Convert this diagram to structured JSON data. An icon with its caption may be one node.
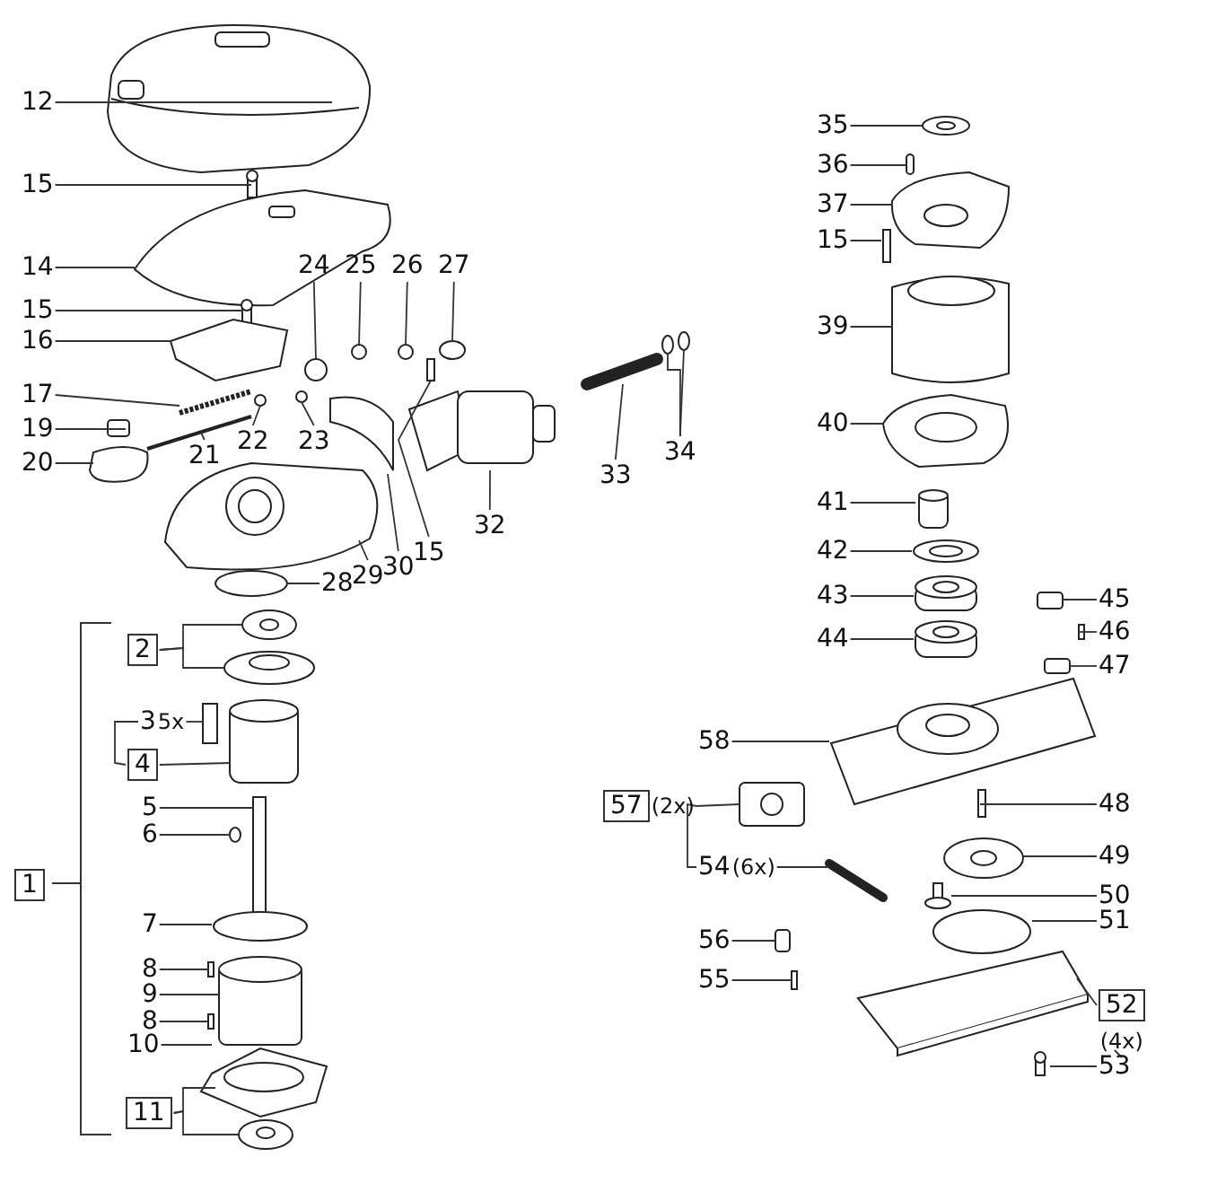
{
  "diagram": {
    "nodes": [
      {
        "text": [
          "12"
        ]
      },
      {
        "text": [
          "15"
        ]
      },
      {
        "text": [
          "14"
        ]
      },
      {
        "text": [
          "15"
        ]
      },
      {
        "text": [
          "16"
        ]
      },
      {
        "text": [
          "27"
        ]
      },
      {
        "text": [
          "26"
        ]
      },
      {
        "text": [
          "25"
        ]
      },
      {
        "text": [
          "24"
        ]
      },
      {
        "text": [
          "17"
        ]
      },
      {
        "text": [
          "19"
        ]
      },
      {
        "text": [
          "22"
        ]
      },
      {
        "text": [
          "23"
        ]
      },
      {
        "text": [
          "21"
        ]
      },
      {
        "text": [
          "20"
        ]
      },
      {
        "text": [
          "33"
        ]
      },
      {
        "text": [
          "34"
        ]
      },
      {
        "text": [
          "32"
        ]
      },
      {
        "text": [
          "28"
        ]
      },
      {
        "text": [
          "29"
        ]
      },
      {
        "text": [
          "30"
        ]
      },
      {
        "text": [
          "15"
        ]
      },
      {
        "text": [
          "2"
        ]
      },
      {
        "text": [
          "3"
        ],
        "beside": [
          "5x"
        ]
      },
      {
        "text": [
          "4"
        ]
      },
      {
        "text": [
          "5"
        ]
      },
      {
        "text": [
          "6"
        ]
      },
      {
        "text": [
          "1"
        ]
      },
      {
        "text": [
          "7"
        ]
      },
      {
        "text": [
          "8"
        ]
      },
      {
        "text": [
          "9"
        ]
      },
      {
        "text": [
          "8"
        ]
      },
      {
        "text": [
          "10"
        ]
      },
      {
        "text": [
          "11"
        ]
      },
      {
        "text": [
          "35"
        ]
      },
      {
        "text": [
          "36"
        ]
      },
      {
        "text": [
          "37"
        ]
      },
      {
        "text": [
          "15"
        ]
      },
      {
        "text": [
          "39"
        ]
      },
      {
        "text": [
          "40"
        ]
      },
      {
        "text": [
          "41"
        ]
      },
      {
        "text": [
          "42"
        ]
      },
      {
        "text": [
          "43"
        ]
      },
      {
        "text": [
          "45"
        ]
      },
      {
        "text": [
          "46"
        ]
      },
      {
        "text": [
          "44"
        ]
      },
      {
        "text": [
          "47"
        ]
      },
      {
        "text": [
          "58"
        ]
      },
      {
        "text": [
          "48"
        ]
      },
      {
        "text": [
          "57"
        ],
        "beside": [
          "(2x)"
        ]
      },
      {
        "text": [
          "49"
        ]
      },
      {
        "text": [
          "54"
        ],
        "beside": [
          "(6x)"
        ]
      },
      {
        "text": [
          "50"
        ]
      },
      {
        "text": [
          "56"
        ]
      },
      {
        "text": [
          "51"
        ]
      },
      {
        "text": [
          "55"
        ]
      },
      {
        "text": [
          "52"
        ],
        "beside": [
          "(4x)"
        ]
      },
      {
        "text": [
          "53"
        ]
      }
    ],
    "edges": [
      {
        "from": 0,
        "to": null,
        "arrow": "none"
      },
      {
        "from": 1,
        "to": null,
        "arrow": "none"
      },
      {
        "from": 2,
        "to": null,
        "arrow": "none"
      },
      {
        "from": 3,
        "to": null,
        "arrow": "none"
      },
      {
        "from": 4,
        "to": null,
        "arrow": "none"
      },
      {
        "from": 5,
        "to": null,
        "arrow": "none"
      },
      {
        "from": 6,
        "to": null,
        "arrow": "none"
      },
      {
        "from": 7,
        "to": null,
        "arrow": "none"
      },
      {
        "from": 8,
        "to": null,
        "arrow": "none"
      },
      {
        "from": 9,
        "to": null,
        "arrow": "none"
      },
      {
        "from": 10,
        "to": null,
        "arrow": "none"
      },
      {
        "from": 11,
        "to": null,
        "arrow": "none"
      },
      {
        "from": 12,
        "to": null,
        "arrow": "none"
      },
      {
        "from": 13,
        "to": null,
        "arrow": "none"
      },
      {
        "from": 14,
        "to": null,
        "arrow": "none"
      },
      {
        "from": 15,
        "to": null,
        "arrow": "none"
      },
      {
        "from": 16,
        "to": null,
        "arrow": "none"
      },
      {
        "from": 16,
        "to": null,
        "arrow": "none"
      },
      {
        "from": 17,
        "to": null,
        "arrow": "none"
      },
      {
        "from": 18,
        "to": null,
        "arrow": "none"
      },
      {
        "from": 19,
        "to": null,
        "arrow": "none"
      },
      {
        "from": 20,
        "to": null,
        "arrow": "none"
      },
      {
        "from": 21,
        "to": null,
        "arrow": "none"
      },
      {
        "from": 22,
        "to": null,
        "arrow": "none"
      },
      {
        "from": 22,
        "to": null,
        "arrow": "none"
      },
      {
        "from": 23,
        "to": null,
        "arrow": "none"
      },
      {
        "from": 24,
        "to": null,
        "arrow": "none"
      },
      {
        "from": 24,
        "to": 23,
        "arrow": "none"
      },
      {
        "from": 25,
        "to": null,
        "arrow": "none"
      },
      {
        "from": 26,
        "to": null,
        "arrow": "none"
      },
      {
        "from": 28,
        "to": null,
        "arrow": "none"
      },
      {
        "from": 29,
        "to": null,
        "arrow": "none"
      },
      {
        "from": 30,
        "to": null,
        "arrow": "none"
      },
      {
        "from": 31,
        "to": null,
        "arrow": "none"
      },
      {
        "from": 32,
        "to": null,
        "arrow": "none"
      },
      {
        "from": 33,
        "to": null,
        "arrow": "none"
      },
      {
        "from": 33,
        "to": null,
        "arrow": "none"
      },
      {
        "from": 34,
        "to": null,
        "arrow": "none"
      },
      {
        "from": 35,
        "to": null,
        "arrow": "none"
      },
      {
        "from": 36,
        "to": null,
        "arrow": "none"
      },
      {
        "from": 37,
        "to": null,
        "arrow": "none"
      },
      {
        "from": 38,
        "to": null,
        "arrow": "none"
      },
      {
        "from": 39,
        "to": null,
        "arrow": "none"
      },
      {
        "from": 40,
        "to": null,
        "arrow": "none"
      },
      {
        "from": 41,
        "to": null,
        "arrow": "none"
      },
      {
        "from": 42,
        "to": null,
        "arrow": "none"
      },
      {
        "from": 43,
        "to": null,
        "arrow": "none"
      },
      {
        "from": 44,
        "to": null,
        "arrow": "none"
      },
      {
        "from": 45,
        "to": null,
        "arrow": "none"
      },
      {
        "from": 46,
        "to": null,
        "arrow": "none"
      },
      {
        "from": 47,
        "to": null,
        "arrow": "none"
      },
      {
        "from": 48,
        "to": null,
        "arrow": "none"
      },
      {
        "from": 49,
        "to": null,
        "arrow": "none"
      },
      {
        "from": 49,
        "to": 51,
        "arrow": "none"
      },
      {
        "from": 51,
        "to": null,
        "arrow": "none"
      },
      {
        "from": 50,
        "to": null,
        "arrow": "none"
      },
      {
        "from": 52,
        "to": null,
        "arrow": "none"
      },
      {
        "from": 53,
        "to": null,
        "arrow": "none"
      },
      {
        "from": 54,
        "to": null,
        "arrow": "none"
      },
      {
        "from": 55,
        "to": null,
        "arrow": "none"
      },
      {
        "from": 56,
        "to": null,
        "arrow": "none"
      },
      {
        "from": 56,
        "to": 57,
        "arrow": "none"
      },
      {
        "from": 57,
        "to": null,
        "arrow": "none"
      }
    ]
  }
}
